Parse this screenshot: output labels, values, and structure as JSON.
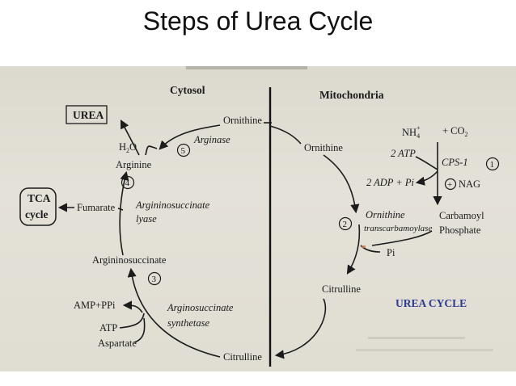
{
  "slide": {
    "title": "Steps of Urea Cycle"
  },
  "diagram": {
    "header_cytosol": "Cytosol",
    "header_mito": "Mitochondria",
    "urea_box": "UREA",
    "tca_line1": "TCA",
    "tca_line2": "cycle",
    "fumarate": "Fumarate",
    "h2o": "H",
    "h2o_sub": "2",
    "h2o_o": "O",
    "arginine": "Arginine",
    "arginase": "Arginase",
    "ornithine_top": "Ornithine",
    "ornithine_mito": "Ornithine",
    "nh4": "NH",
    "nh4_sub": "4",
    "nh4_sup": "+",
    "plus_co2": "+ CO",
    "co2_sub": "2",
    "atp2": "2 ATP",
    "cps1": "CPS-1",
    "adp_pi": "2 ADP + Pi",
    "nag": "NAG",
    "nag_sign": "+",
    "carbamoyl": "Carbamoyl",
    "phosphate": "Phosphate",
    "otc_1": "Ornithine",
    "otc_2": "transcarbamoylase",
    "pi": "Pi",
    "citrulline_mito": "Citrulline",
    "urea_cycle": "UREA CYCLE",
    "argsucc_lyase_1": "Argininosuccinate",
    "argsucc_lyase_2": "lyase",
    "argininosuccinate": "Argininosuccinate",
    "amp_ppi": "AMP+PPi",
    "atp": "ATP",
    "aspartate": "Aspartate",
    "argsucc_synth_1": "Arginosuccinate",
    "argsucc_synth_2": "synthetase",
    "citrulline_bottom": "Citrulline",
    "step1": "1",
    "step2": "2",
    "step3": "3",
    "step4": "4",
    "step5": "5"
  }
}
